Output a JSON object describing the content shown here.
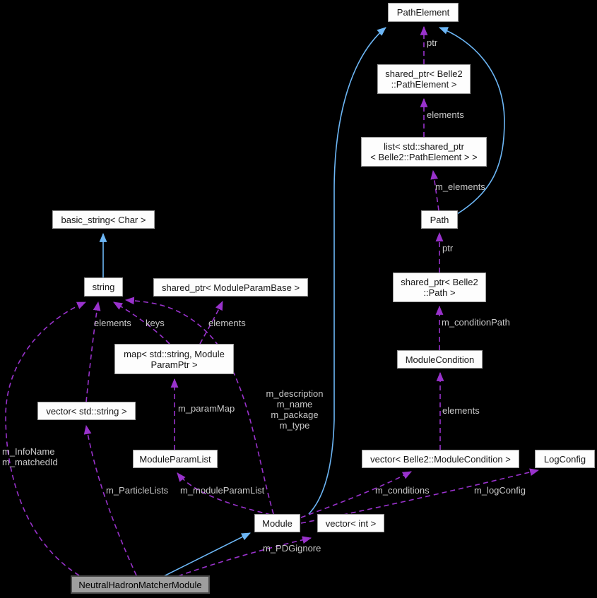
{
  "diagram": {
    "kind": "doxygen-collaboration-graph",
    "focus_class": "NeutralHadronMatcherModule",
    "colors": {
      "background": "#000000",
      "node_fill": "#fdfdfd",
      "node_border": "#9c9c9c",
      "node_text": "#151515",
      "focus_node_fill": "#9e9e9e",
      "focus_node_border": "#4a4a4a",
      "inheritance_edge": "#6cb6f5",
      "usage_edge": "#9932cc",
      "edge_label_text": "#c9c9c9"
    },
    "nodes": {
      "path_element": {
        "label": "PathElement"
      },
      "shared_ptr_path_element": {
        "label": "shared_ptr< Belle2\n::PathElement >"
      },
      "list_shared_ptr": {
        "label": "list< std::shared_ptr\n< Belle2::PathElement > >"
      },
      "path": {
        "label": "Path"
      },
      "shared_ptr_path": {
        "label": "shared_ptr< Belle2\n::Path >"
      },
      "module_condition": {
        "label": "ModuleCondition"
      },
      "vector_module_condition": {
        "label": "vector< Belle2::ModuleCondition >"
      },
      "log_config": {
        "label": "LogConfig"
      },
      "basic_string": {
        "label": "basic_string< Char >"
      },
      "string": {
        "label": "string"
      },
      "shared_ptr_module_param_base": {
        "label": "shared_ptr< ModuleParamBase >"
      },
      "map_module_param_ptr": {
        "label": "map< std::string, Module\nParamPtr >"
      },
      "vector_string": {
        "label": "vector< std::string >"
      },
      "module_param_list": {
        "label": "ModuleParamList"
      },
      "module": {
        "label": "Module"
      },
      "vector_int": {
        "label": "vector< int >"
      },
      "neutral_hadron_matcher_module": {
        "label": "NeutralHadronMatcherModule"
      }
    },
    "edge_labels": {
      "ptr_top": "ptr",
      "elements_path_element": "elements",
      "m_elements": "m_elements",
      "ptr_path": "ptr",
      "m_condition_path": "m_conditionPath",
      "elements_condition": "elements",
      "m_conditions": "m_conditions",
      "m_log_config": "m_logConfig",
      "elements_vector_string": "elements",
      "keys": "keys",
      "elements_param_base": "elements",
      "m_param_map": "m_paramMap",
      "module_strings": "m_description\nm_name\nm_package\nm_type",
      "matcher_strings": "m_InfoName\nm_matchedId",
      "m_particle_lists": "m_ParticleLists",
      "m_module_param_list": "m_moduleParamList",
      "m_pdg_ignore": "m_PDGignore"
    }
  }
}
